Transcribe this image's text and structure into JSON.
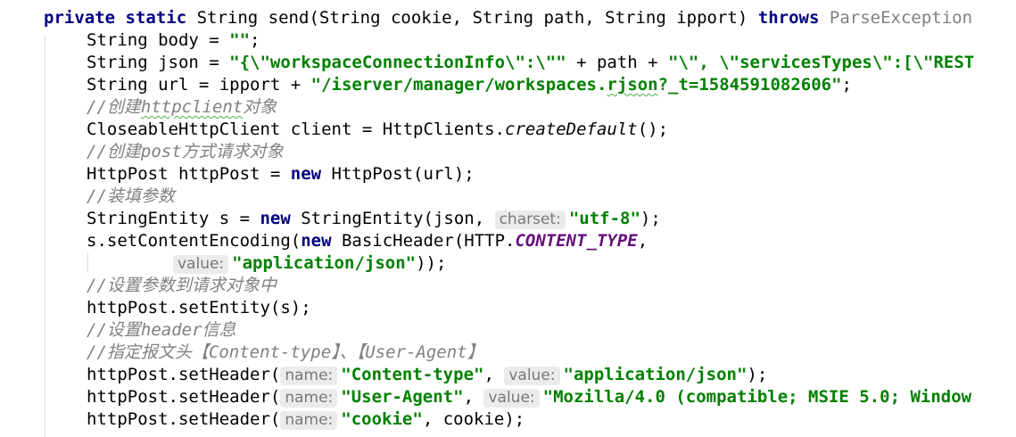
{
  "code": {
    "l1": {
      "kw": "private static",
      "sig": "String send(String cookie, String path, String ipport)",
      "throws": "throws",
      "exc": "ParseException"
    },
    "l2": {
      "a": "String body = ",
      "s": "\"\"",
      "b": ";"
    },
    "l3": {
      "a": "String json = ",
      "s1": "\"{\\\"workspaceConnectionInfo\\\":\\\"\"",
      "b": " + path + ",
      "s2": "\"\\\", \\\"servicesTypes\\\":[\\\"REST"
    },
    "l4": {
      "a": "String url = ipport + ",
      "s1": "\"/iserver/manager/workspaces.",
      "sq": "rjson",
      "s2": "?_t=1584591082606\"",
      "b": ";"
    },
    "l5": {
      "c1": "//创建",
      "c2": "httpclient",
      "c3": "对象"
    },
    "l6": {
      "a": "CloseableHttpClient client = HttpClients.",
      "m": "createDefault",
      "b": "();"
    },
    "l7": {
      "c1": "//创建",
      "c2": "post",
      "c3": "方式请求对象"
    },
    "l8": {
      "a": "HttpPost httpPost = ",
      "kw": "new",
      "b": " HttpPost(url);"
    },
    "l9": {
      "c": "//装填参数"
    },
    "l10": {
      "a": "StringEntity s = ",
      "kw": "new",
      "b": " StringEntity(json, ",
      "hint": "charset:",
      "s": "\"utf-8\"",
      "c": ");"
    },
    "l11": {
      "a": "s.setContentEncoding(",
      "kw": "new",
      "b": " BasicHeader(HTTP.",
      "const": "CONTENT_TYPE",
      "c": ","
    },
    "l12": {
      "hint": "value:",
      "s": "\"application/json\"",
      "b": "));"
    },
    "l13": {
      "c": "//设置参数到请求对象中"
    },
    "l14": {
      "a": "httpPost.setEntity(s);"
    },
    "l15": {
      "c1": "//设置",
      "c2": "header",
      "c3": "信息"
    },
    "l16": {
      "c1": "//指定报文头【",
      "c2": "Content-type",
      "c3": "】、【",
      "c4": "User-Agent",
      "c5": "】"
    },
    "l17": {
      "a": "httpPost.setHeader(",
      "h1": "name:",
      "s1": "\"Content-type\"",
      "b": ", ",
      "h2": "value:",
      "s2": "\"application/json\"",
      "c": ");"
    },
    "l18": {
      "a": "httpPost.setHeader(",
      "h1": "name:",
      "s1": "\"User-Agent\"",
      "b": ", ",
      "h2": "value:",
      "s2": "\"Mozilla/4.0 (compatible; MSIE 5.0; Window"
    },
    "l19": {
      "a": "httpPost.setHeader(",
      "h1": "name:",
      "s1": "\"cookie\"",
      "b": ", cookie);"
    }
  }
}
